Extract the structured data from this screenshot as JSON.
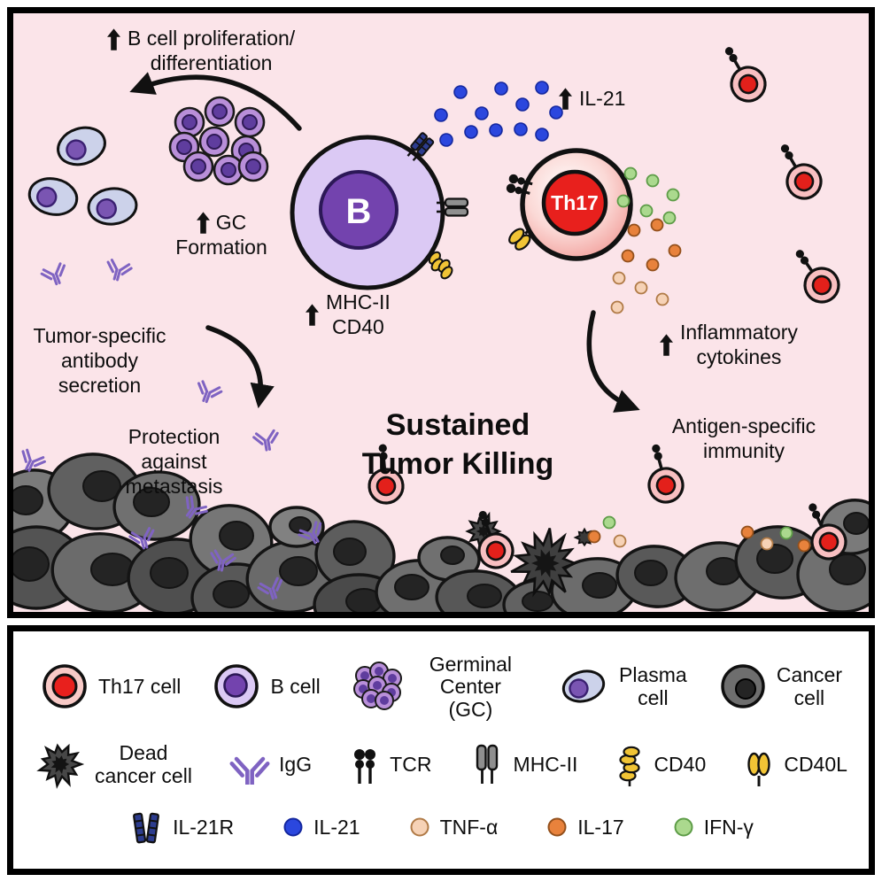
{
  "title": {
    "lines": [
      "Sustained",
      "Tumor Killing"
    ]
  },
  "annotations": {
    "b_proliferation": {
      "arrow": "up",
      "lines": [
        "B cell proliferation/",
        "differentiation"
      ]
    },
    "gc_formation": {
      "arrow": "up",
      "lines": [
        "GC",
        "Formation"
      ]
    },
    "mhc_cd40": {
      "arrow": "up",
      "lines": [
        "MHC-II",
        "CD40"
      ]
    },
    "il21": {
      "arrow": "up",
      "lines": [
        "IL-21"
      ]
    },
    "inflammatory": {
      "arrow": "up",
      "lines": [
        "Inflammatory",
        "cytokines"
      ]
    },
    "antigen_immunity": {
      "lines": [
        "Antigen-specific",
        "immunity"
      ]
    },
    "tumor_antibody": {
      "lines": [
        "Tumor-specific",
        "antibody",
        "secretion"
      ]
    },
    "protection": {
      "lines": [
        "Protection",
        "against",
        "metastasis"
      ]
    }
  },
  "cells": {
    "b_label": "B",
    "th17_label": "Th17"
  },
  "legend": {
    "row1": [
      {
        "icon": "th17-cell",
        "label": "Th17 cell"
      },
      {
        "icon": "b-cell",
        "label": "B cell"
      },
      {
        "icon": "germinal-center",
        "label": "Germinal\nCenter (GC)"
      },
      {
        "icon": "plasma-cell",
        "label": "Plasma\ncell"
      },
      {
        "icon": "cancer-cell",
        "label": "Cancer\ncell"
      }
    ],
    "row2": [
      {
        "icon": "dead-cancer-cell",
        "label": "Dead\ncancer cell"
      },
      {
        "icon": "igg",
        "label": "IgG"
      },
      {
        "icon": "tcr",
        "label": "TCR"
      },
      {
        "icon": "mhc-ii",
        "label": "MHC-II"
      },
      {
        "icon": "cd40",
        "label": "CD40"
      },
      {
        "icon": "cd40l",
        "label": "CD40L"
      }
    ],
    "row3": [
      {
        "icon": "il21r",
        "label": "IL-21R"
      },
      {
        "icon": "il21-dot",
        "label": "IL-21"
      },
      {
        "icon": "tnfa-dot",
        "label": "TNF-α"
      },
      {
        "icon": "il17-dot",
        "label": "IL-17"
      },
      {
        "icon": "ifng-dot",
        "label": "IFN-γ"
      }
    ]
  },
  "colors": {
    "background_pink": "#fbe4e9",
    "th17_body": "#f2a09c",
    "th17_nucleus": "#e8201d",
    "b_cell_body": "#dbc9f4",
    "b_cell_nucleus": "#7343ae",
    "gc_cell": "#b98fd9",
    "plasma_body": "#ccd2ea",
    "cancer_gray": "#6e6e6e",
    "dead_cell_gray": "#3f3f3f",
    "igg_purple": "#7f63c2",
    "il21_blue": "#2b47de",
    "tnfa_peach": "#f6d2b6",
    "il17_orange": "#e8823c",
    "ifng_green": "#abd98e",
    "cd40_yellow": "#f1c435",
    "mhc_gray": "#8f8f8f",
    "il21r_blue": "#2c3c8e"
  }
}
